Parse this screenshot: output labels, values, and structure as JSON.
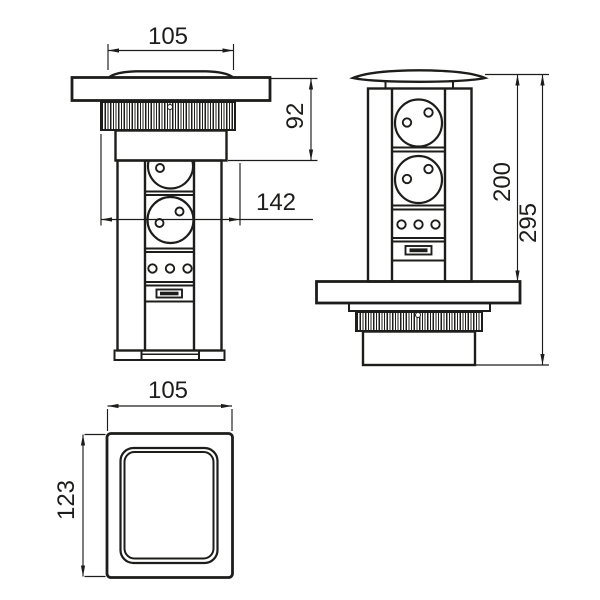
{
  "drawing": {
    "colors": {
      "line": "#1d1d1b",
      "background": "#ffffff"
    },
    "views": {
      "front_retracted": {
        "dims": {
          "cap_width": "105",
          "under_counter_height": "92",
          "cutout_width": "142"
        }
      },
      "front_extended": {
        "dims": {
          "raised_height": "200",
          "total_height": "295"
        }
      },
      "top_plan": {
        "dims": {
          "width": "105",
          "depth": "123"
        }
      }
    }
  }
}
